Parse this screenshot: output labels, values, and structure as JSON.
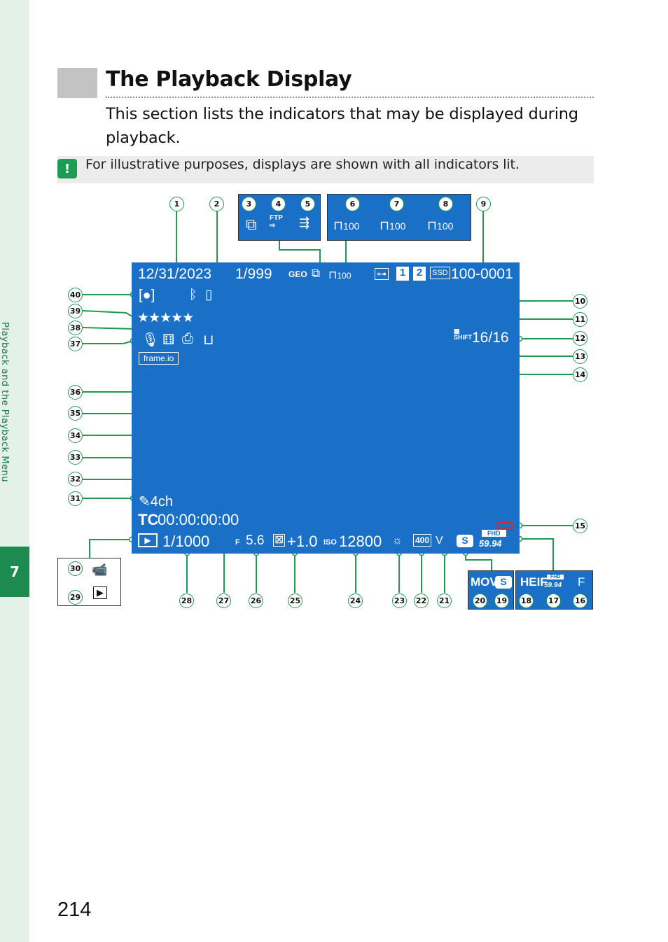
{
  "sidebar": {
    "section_label": "Playback and the Playback Menu",
    "chapter_number": "7"
  },
  "page": {
    "title": "The Playback Display",
    "intro": "This section lists the indicators that may be displayed during playback.",
    "note": "For illustrative purposes, displays are shown with all indicators lit.",
    "page_number": "214"
  },
  "screen": {
    "date": "12/31/2023",
    "frame_number": "1/999",
    "geo": "GEO",
    "transfer_count": "100",
    "file_number": "100-0001",
    "slot1": "1",
    "slot2": "2",
    "ssd": "SSD",
    "rating": "★★★★★",
    "frames": "16/16",
    "shift": "SHIFT",
    "audio": "4ch",
    "timecode_label": "TC",
    "timecode": "00:00:00:00",
    "shutter": "1/1000",
    "aperture_label": "F",
    "aperture": "5.6",
    "exposure": "+1.0",
    "iso_label": "ISO",
    "iso": "12800",
    "dr": "400",
    "fhd": "FHD",
    "fps": "59.94",
    "frameio": "frame.io"
  },
  "insets": {
    "upload_count_a": "100",
    "upload_count_b": "100",
    "upload_count_c": "100",
    "mov": "MOV",
    "heif": "HEIF",
    "fhd": "FHD",
    "fps": "59.94",
    "quality": "F"
  },
  "callouts": [
    "1",
    "2",
    "3",
    "4",
    "5",
    "6",
    "7",
    "8",
    "9",
    "10",
    "11",
    "12",
    "13",
    "14",
    "15",
    "16",
    "17",
    "18",
    "19",
    "20",
    "21",
    "22",
    "23",
    "24",
    "25",
    "26",
    "27",
    "28",
    "29",
    "30",
    "31",
    "32",
    "33",
    "34",
    "35",
    "36",
    "37",
    "38",
    "39",
    "40"
  ]
}
